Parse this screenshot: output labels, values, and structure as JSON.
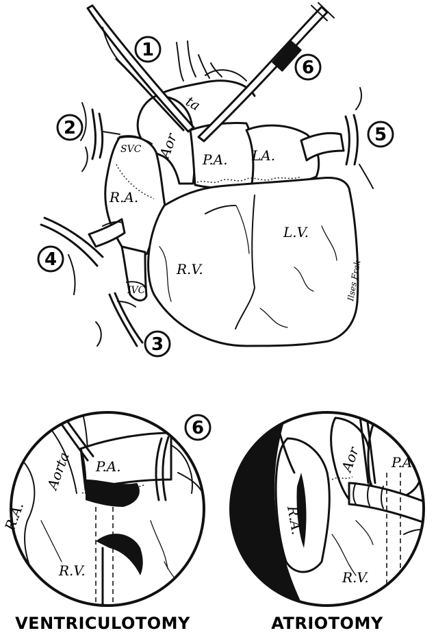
{
  "main_figure": {
    "clamp_numbers": [
      "1",
      "2",
      "3",
      "4",
      "5",
      "6"
    ],
    "labels": {
      "aorta_top": "ta",
      "aorta": "Aor",
      "pulmonary_artery": "P.A.",
      "left_atrium": "LA.",
      "right_atrium": "R.A.",
      "svc": "SVC",
      "ivc": "IVC",
      "right_ventricle": "R.V.",
      "left_ventricle": "L.V."
    },
    "signature": "Ilses Frak"
  },
  "inset_left": {
    "number": "6",
    "labels": {
      "aorta": "Aorta",
      "pulmonary_artery": "P.A.",
      "right_atrium": "R.A.",
      "right_ventricle": "R.V."
    },
    "caption": "VENTRICULOTOMY"
  },
  "inset_right": {
    "labels": {
      "aorta": "Aor",
      "pulmonary_artery": "P.A.",
      "right_atrium": "R.A.",
      "right_ventricle": "R.V."
    },
    "caption": "ATRIOTOMY"
  }
}
